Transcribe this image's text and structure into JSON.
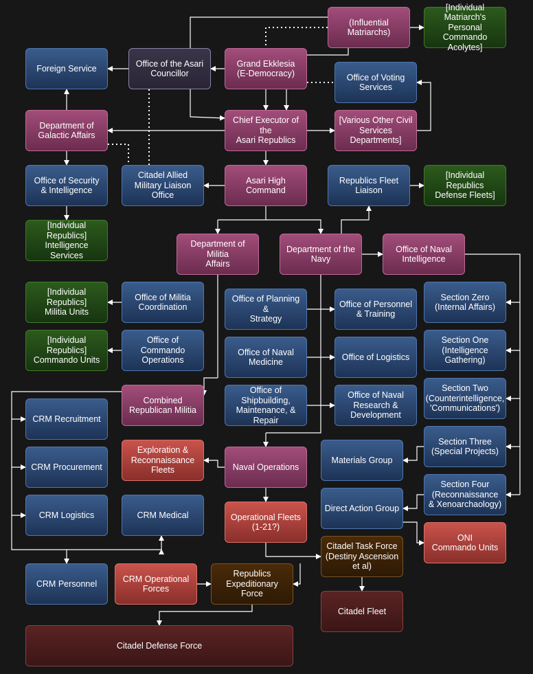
{
  "nodes": {
    "influential_matriarchs": "(Influential\nMatriarchs)",
    "matriarch_acolytes": "[Individual Matriarch's\nPersonal\nCommando Acolytes]",
    "foreign_service": "Foreign Service",
    "asari_councillor": "Office of the Asari\nCouncillor",
    "grand_ekklesia": "Grand Ekklesia\n(E-Democracy)",
    "voting_services": "Office of Voting\nServices",
    "galactic_affairs": "Department of\nGalactic Affairs",
    "chief_executive": "Chief Executor of the\nAsari Republics",
    "civil_services": "[Various Other Civil\nServices\nDepartments]",
    "security_intel": "Office of Security\n& Intelligence",
    "citadel_liaison": "Citadel Allied\nMilitary Liaison\nOffice",
    "high_command": "Asari High\nCommand",
    "fleet_liaison": "Republics Fleet\nLiaison",
    "defense_fleets": "[Individual Republics\nDefense Fleets]",
    "intel_services": "[Individual Republics]\nIntelligence Services",
    "militia_affairs": "Department of Militia\nAffairs",
    "navy": "Department of the\nNavy",
    "naval_intel": "Office of Naval\nIntelligence",
    "militia_units": "[Individual Republics]\nMilitia Units",
    "militia_coord": "Office of Militia\nCoordination",
    "planning_strategy": "Office of Planning &\nStrategy",
    "personnel_training": "Office of Personnel\n& Training",
    "section_zero": "Section Zero\n(Internal Affairs)",
    "commando_units": "[Individual Republics]\nCommando Units",
    "commando_ops": "Office of Commando\nOperations",
    "naval_medicine": "Office of Naval\nMedicine",
    "logistics": "Office of Logistics",
    "section_one": "Section One\n(Intelligence\nGathering)",
    "crm_recruitment": "CRM Recruitment",
    "combined_militia": "Combined\nRepublican Militia",
    "shipbuilding": "Office of\nShipbuilding,\nMaintenance, &\nRepair",
    "naval_rnd": "Office of Naval\nResearch &\nDevelopment",
    "section_two": "Section Two\n(Counterintelligence,\n'Communications')",
    "crm_procurement": "CRM Procurement",
    "exploration_fleets": "Exploration &\nReconnaissance\nFleets",
    "naval_ops": "Naval Operations",
    "materials_group": "Materials Group",
    "section_three": "Section Three\n(Special Projects)",
    "crm_logistics": "CRM Logistics",
    "crm_medical": "CRM Medical",
    "operational_fleets": "Operational Fleets\n(1-21?)",
    "direct_action": "Direct Action Group",
    "section_four": "Section Four\n(Reconnaissance\n& Xenoarchaology)",
    "oni_commando": "ONI\nCommando Units",
    "citadel_task_force": "Citadel Task Force\n(Destiny Ascension\net al)",
    "crm_personnel": "CRM Personnel",
    "crm_operational": "CRM Operational\nForces",
    "expeditionary_force": "Republics\nExpeditionary Force",
    "citadel_fleet": "Citadel Fleet",
    "citadel_defense": "Citadel Defense Force"
  },
  "colors": {
    "background": "#171717",
    "connector": "#ffffff",
    "blue": "#2d4a75",
    "pink": "#8a3d66",
    "green": "#214713",
    "red": "#b1443e",
    "dark_red": "#4a1d1d",
    "brown": "#3b2207",
    "dark_purple": "#322c40"
  }
}
